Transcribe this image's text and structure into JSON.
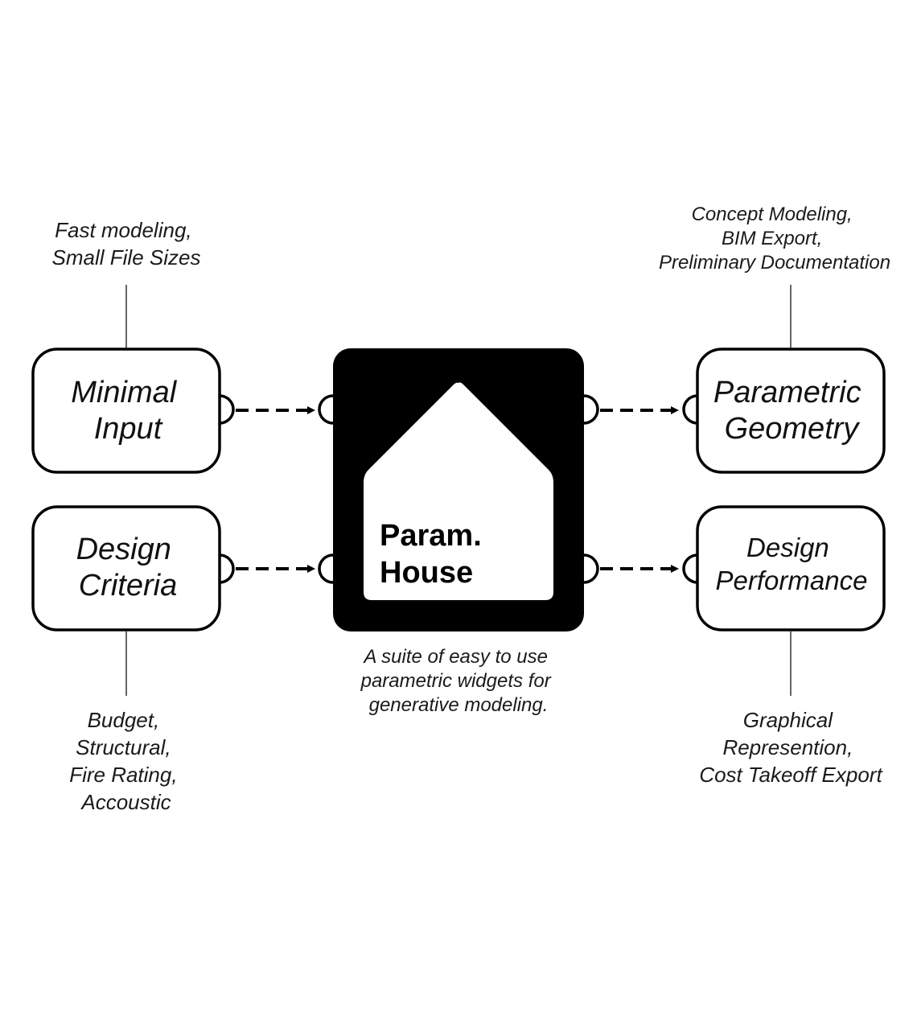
{
  "center": {
    "title_line1": "Param.",
    "title_line2": "House",
    "caption": [
      "A suite of easy to use",
      "parametric widgets for",
      "generative modeling."
    ]
  },
  "inputs": [
    {
      "label": [
        "Minimal",
        "Input"
      ],
      "note": [
        "Fast modeling,",
        "Small File Sizes"
      ]
    },
    {
      "label": [
        "Design",
        "Criteria"
      ],
      "note": [
        "Budget,",
        "Structural,",
        "Fire Rating,",
        "Accoustic"
      ]
    }
  ],
  "outputs": [
    {
      "label": [
        "Parametric",
        "Geometry"
      ],
      "note": [
        "Concept Modeling,",
        "BIM Export,",
        "Preliminary Documentation"
      ]
    },
    {
      "label": [
        "Design",
        "Performance"
      ],
      "note": [
        "Graphical",
        "Represention,",
        "Cost Takeoff Export"
      ]
    }
  ],
  "colors": {
    "ink": "#000000",
    "paper": "#ffffff",
    "text": "#1a1a1a"
  },
  "icons": {
    "center": "house-icon",
    "connector": "socket-icon",
    "edge": "dashed-arrow"
  }
}
